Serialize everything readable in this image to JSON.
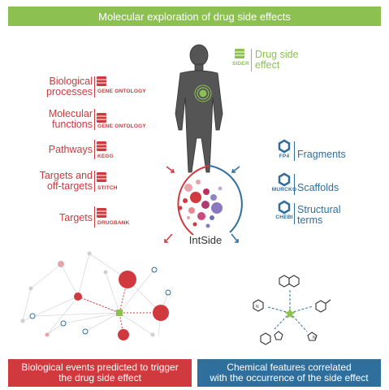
{
  "title": "Molecular exploration of drug side effects",
  "side_effect": {
    "line1": "Drug side",
    "line2": "effect",
    "db": "SIDER"
  },
  "left_items": [
    {
      "line1": "Biological",
      "line2": "processes",
      "db": "GENE ONTOLOGY"
    },
    {
      "line1": "Molecular",
      "line2": "functions",
      "db": "GENE ONTOLOGY"
    },
    {
      "line1": "Pathways",
      "line2": "",
      "db": "KEGG"
    },
    {
      "line1": "Targets and",
      "line2": "off-targets",
      "db": "STITCH"
    },
    {
      "line1": "Targets",
      "line2": "",
      "db": "DRUGBANK"
    }
  ],
  "right_items": [
    {
      "line1": "Fragments",
      "line2": "",
      "db": "FP4"
    },
    {
      "line1": "Scaffolds",
      "line2": "",
      "db": "MURCKO"
    },
    {
      "line1": "Structural",
      "line2": "terms",
      "db": "CHEBI"
    }
  ],
  "center_label": "IntSide",
  "footer_left": {
    "line1": "Biological events predicted to trigger",
    "line2": "the drug side effect"
  },
  "footer_right": {
    "line1": "Chemical features correlated",
    "line2": "with the occurrence of the side effect"
  },
  "colors": {
    "green": "#8cc152",
    "red": "#d0393e",
    "blue": "#2e6f9e",
    "gray": "#c8c8c8"
  },
  "icons": {
    "database": "database-icon",
    "molecule": "hexagon-icon",
    "human": "human-silhouette-icon"
  }
}
